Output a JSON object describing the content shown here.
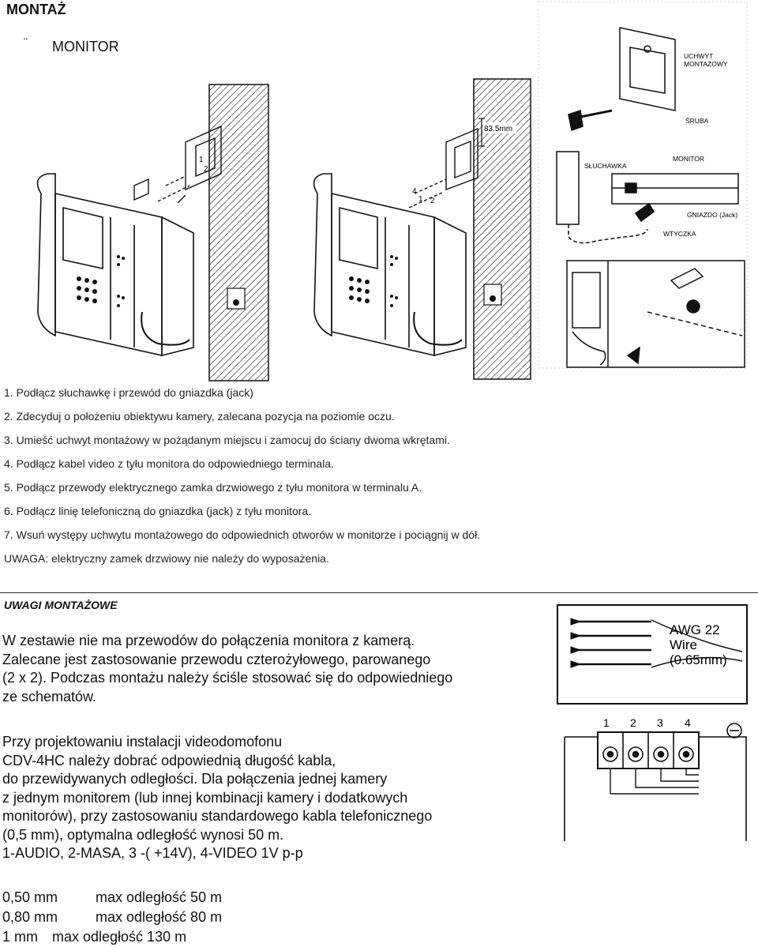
{
  "page": {
    "title": "MONTAŻ",
    "subtitle_bullet": "¨",
    "subtitle": "MONITOR"
  },
  "instructions": [
    "1.   Podłącz słuchawkę i przewód do gniazdka (jack)",
    "2.   Zdecyduj o położeniu obiektywu kamery, zalecana  pozycja na poziomie oczu.",
    "3.   Umieść uchwyt montażowy w pożądanym miejscu i zamocuj do ściany dwoma wkrętami.",
    "4.   Podłącz kabel video z tyłu monitora do odpowiedniego terminala.",
    "5.   Podłącz przewody elektrycznego zamka drzwiowego z tyłu monitora w terminalu A.",
    "6.   Podłącz linię telefoniczną do gniazdka (jack) z tyłu monitora.",
    "7.   Wsuń występy uchwytu montażowego do odpowiednich otworów w monitorze i pociągnij w dół.",
    "UWAGA: elektryczny zamek drzwiowy nie należy do wyposażenia."
  ],
  "notes": {
    "title": "UWAGI   MONTAŻOWE",
    "para1": [
      "W zestawie nie ma przewodów do połączenia monitora z kamerą.",
      "Zalecane jest zastosowanie przewodu czterożyłowego, parowanego",
      "(2 x 2). Podczas montażu należy ściśle stosować się do odpowiedniego",
      "ze schematów."
    ],
    "para2": [
      "Przy projektowaniu instalacji videodomofonu",
      "CDV-4HC należy dobrać odpowiednią długość kabla,",
      "do przewidywanych odległości. Dla połączenia jednej kamery",
      "z jednym monitorem (lub innej kombinacji kamery i dodatkowych",
      "monitorów), przy zastosowaniu standardowego kabla telefonicznego",
      "(0,5 mm), optymalna odległość wynosi 50 m.",
      "1-AUDIO, 2-MASA, 3 -( +14V), 4-VIDEO 1V p-p"
    ],
    "distances": [
      {
        "size": "0,50 mm",
        "range": "max odległość 50 m"
      },
      {
        "size": "0,80 mm",
        "range": "max odległość 80 m"
      },
      {
        "size": "1 mm",
        "range": "max odległość 130 m"
      }
    ]
  },
  "figure_labels": {
    "bracket": "UCHWYT MONTAŻOWY",
    "bracket_line1": "UCHWYT",
    "bracket_line2": "MONTAŻOWY",
    "screw": "ŚRUBA",
    "handset": "SŁUCHAWKA",
    "monitor": "MONITOR",
    "jack": "GNIAZDO (Jack)",
    "plug": "WTYCZKA",
    "dimension": "83.5mm",
    "wire_l1": "AWG 22",
    "wire_l2": "Wire",
    "wire_l3": "(0.65mm)",
    "t1": "1",
    "t2": "2",
    "t3": "3",
    "t4": "4",
    "n1": "1",
    "n2": "2",
    "n4": "4",
    "n1b": "1",
    "n2b": "2"
  }
}
